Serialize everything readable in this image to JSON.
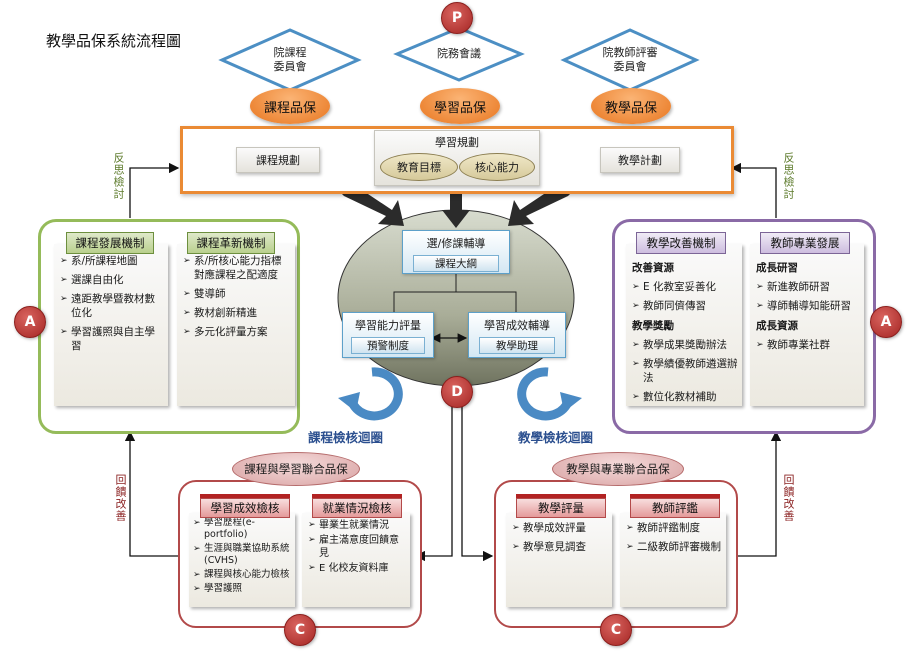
{
  "title": "教學品保系統流程圖",
  "markers": {
    "p": "P",
    "a_left": "A",
    "a_right": "A",
    "d": "D",
    "c_left": "C",
    "c_right": "C"
  },
  "committees": [
    {
      "line1": "院課程",
      "line2": "委員會",
      "label": "課程品保"
    },
    {
      "line1": "院務會議",
      "line2": "",
      "label": "學習品保"
    },
    {
      "line1": "院教師評審",
      "line2": "委員會",
      "label": "教學品保"
    }
  ],
  "planning": {
    "left": "課程規劃",
    "center_title": "學習規劃",
    "center_items": [
      "教育目標",
      "核心能力"
    ],
    "right": "教學計劃"
  },
  "reflect_left": "反思檢討",
  "reflect_right": "反思檢討",
  "feedback_left": "回饋改善",
  "feedback_right": "回饋改善",
  "curriculum_panel": {
    "dev": {
      "header": "課程發展機制",
      "items": [
        "系/所課程地圖",
        "選課自由化",
        "遠距教學暨教材數位化",
        "學習護照與自主學習"
      ]
    },
    "innov": {
      "header": "課程革新機制",
      "items": [
        "系/所核心能力指標對應課程之配適度",
        "雙導師",
        "教材創新精進",
        "多元化評量方案"
      ]
    }
  },
  "center_oval": {
    "top": {
      "title": "選/修課輔導",
      "sub": "課程大綱"
    },
    "left": {
      "title": "學習能力評量",
      "sub": "預警制度"
    },
    "right": {
      "title": "學習成效輔導",
      "sub": "教學助理"
    }
  },
  "teaching_panel": {
    "improve": {
      "header": "教學改善機制",
      "sections": [
        {
          "title": "改善資源",
          "items": [
            "E 化教室妥善化",
            "教師同儕傳習"
          ]
        },
        {
          "title": "教學獎勵",
          "items": [
            "教學成果獎勵辦法",
            "教學績優教師遴選辦法",
            "數位化教材補助"
          ]
        }
      ]
    },
    "prof": {
      "header": "教師專業發展",
      "sections": [
        {
          "title": "成長研習",
          "items": [
            "新進教師研習",
            "導師輔導知能研習"
          ]
        },
        {
          "title": "成長資源",
          "items": [
            "教師專業社群"
          ]
        }
      ]
    }
  },
  "cycles": {
    "left": "課程檢核迴圈",
    "right": "教學檢核迴圈"
  },
  "learning_qa": {
    "oval": "課程與學習聯合品保",
    "outcome": {
      "header": "學習成效檢核",
      "items": [
        "學習歷程(e-portfolio)",
        "生涯與職業協助系統(CVHS)",
        "課程與核心能力檢核",
        "學習護照"
      ]
    },
    "employment": {
      "header": "就業情況檢核",
      "items": [
        "畢業生就業情況",
        "雇主滿意度回饋意見",
        "E 化校友資料庫"
      ]
    }
  },
  "teaching_qa": {
    "oval": "教學與專業聯合品保",
    "eval": {
      "header": "教學評量",
      "items": [
        "教學成效評量",
        "教學意見調查"
      ]
    },
    "teacher": {
      "header": "教師評鑑",
      "items": [
        "教師評鑑制度",
        "二級教師評審機制"
      ]
    }
  },
  "colors": {
    "orange": "#e8761f",
    "green": "#95bb5a",
    "purple": "#8a6aa6",
    "red": "#b24a4a",
    "blue": "#4a8ac4",
    "marker": "#a42523"
  }
}
